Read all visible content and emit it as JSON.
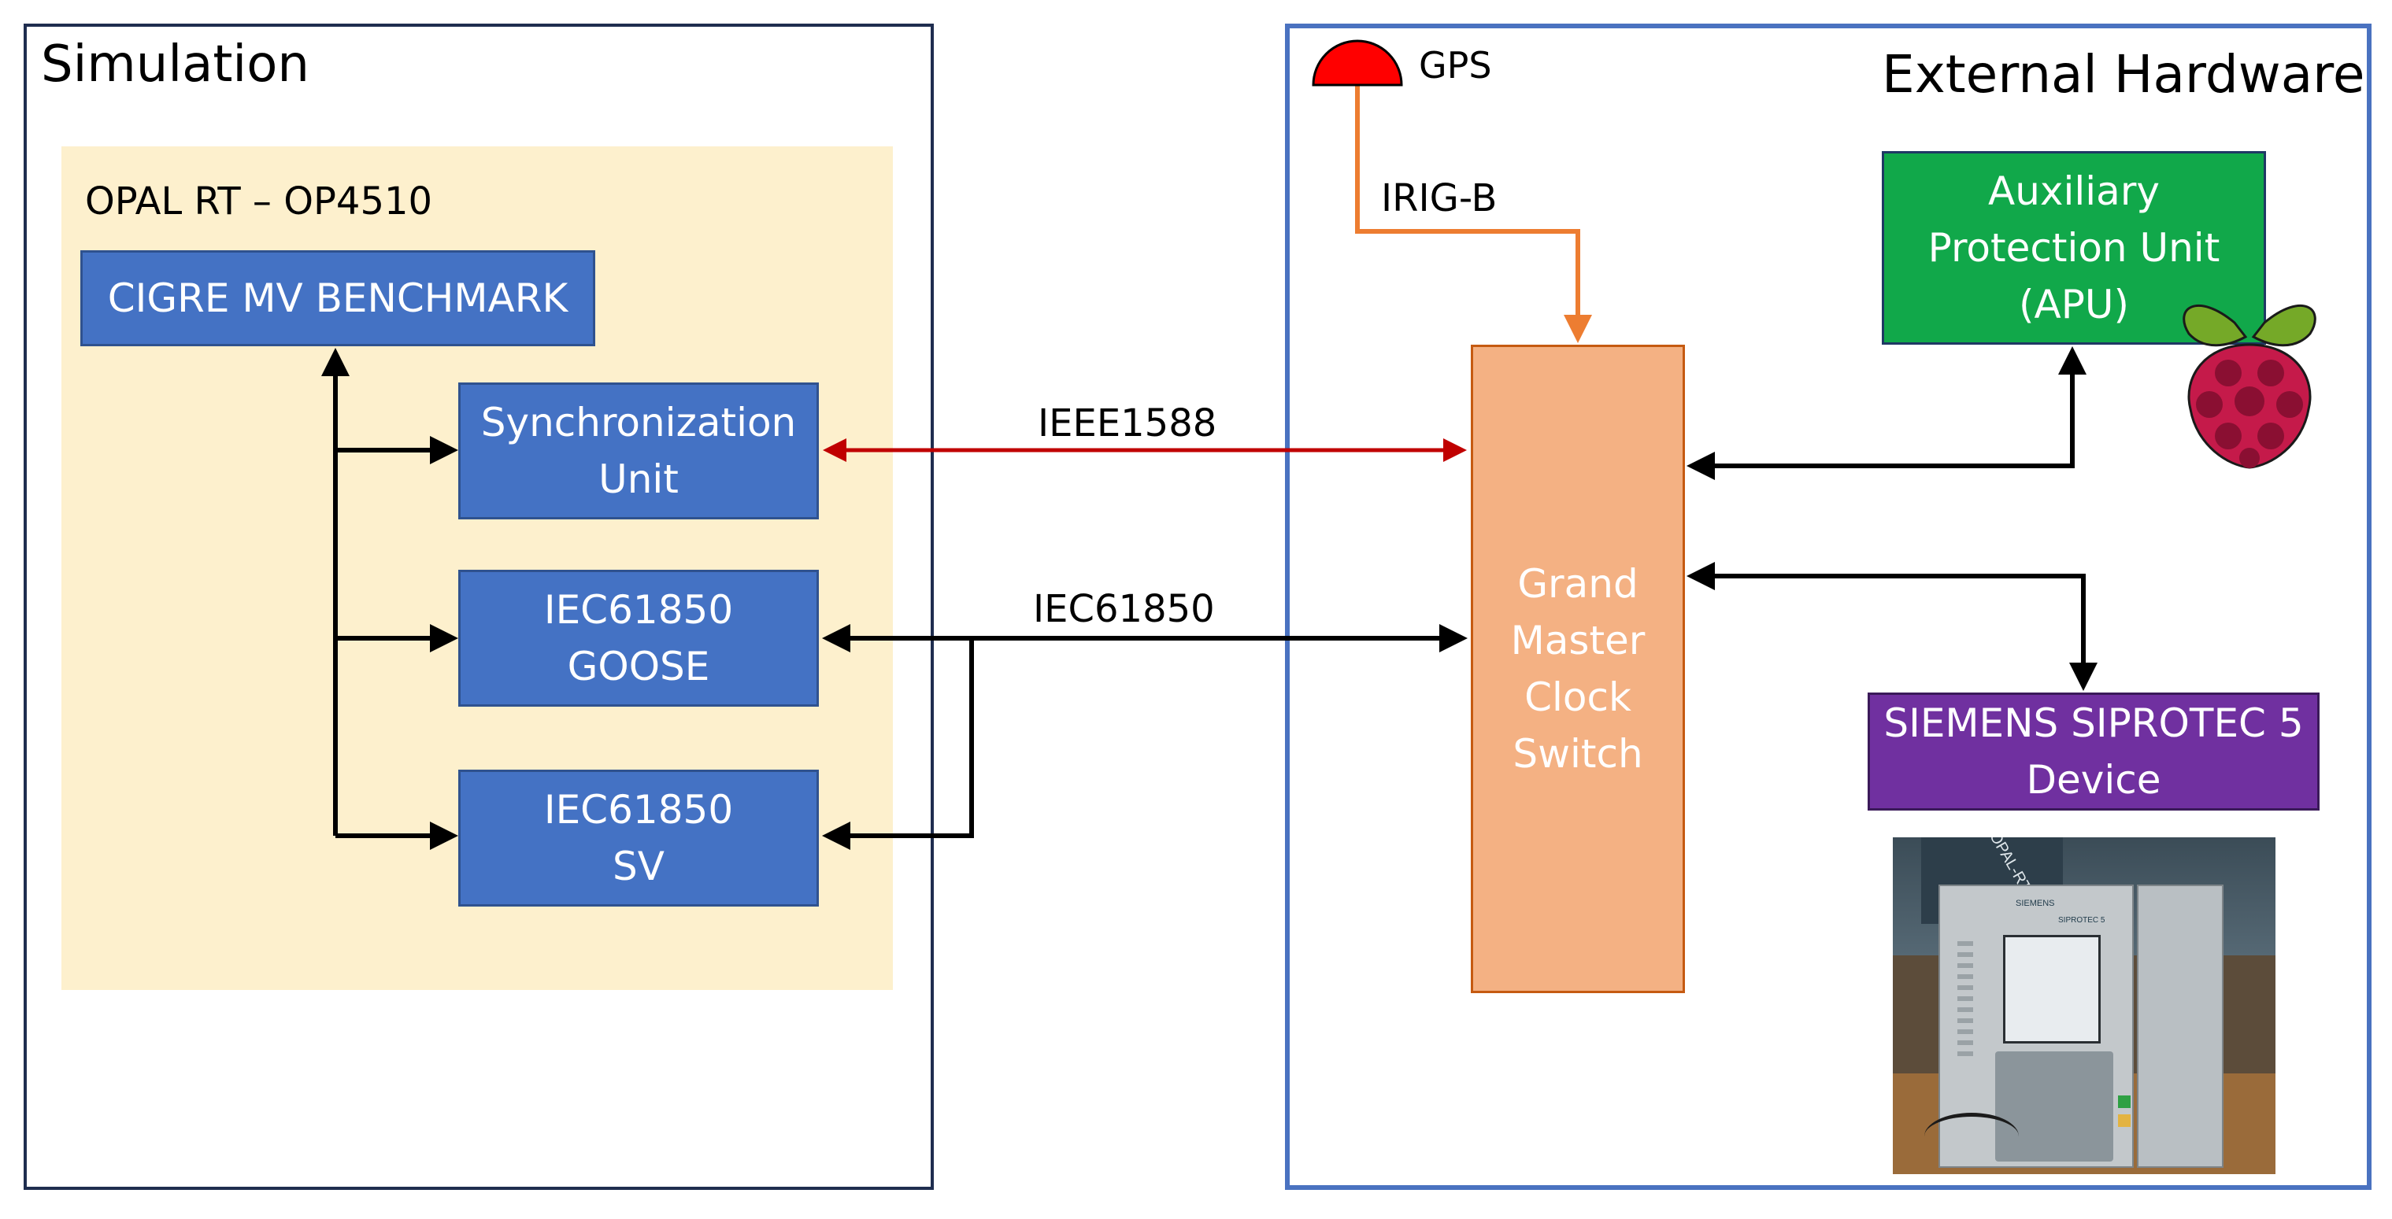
{
  "simulation": {
    "title": "Simulation",
    "opal": {
      "label": "OPAL RT – OP4510",
      "cigre": "CIGRE MV BENCHMARK",
      "sync": [
        "Synchronization",
        "Unit"
      ],
      "goose": [
        "IEC61850",
        "GOOSE"
      ],
      "sv": [
        "IEC61850",
        "SV"
      ]
    }
  },
  "hardware": {
    "title": "External Hardware",
    "gps": "GPS",
    "irig": "IRIG-B",
    "gmc": [
      "Grand",
      "Master",
      "Clock",
      "Switch"
    ],
    "apu": [
      "Auxiliary",
      "Protection Unit",
      "(APU)"
    ],
    "siemens": [
      "SIEMENS SIPROTEC 5",
      "Device"
    ],
    "photo": {
      "opal_mark": "OPAL-RT",
      "brand": "SIEMENS",
      "model": "SIPROTEC 5"
    }
  },
  "links": {
    "ieee1588": "IEEE1588",
    "iec61850": "IEC61850"
  },
  "colors": {
    "blue_box": "#4472c4",
    "opal_bg": "#fdf0cd",
    "gmc": "#f4b183",
    "apu": "#11a84a",
    "siemens": "#7030a0",
    "gps": "#ff0000",
    "irig_line": "#ed7d31",
    "ieee_line": "#c00000"
  }
}
